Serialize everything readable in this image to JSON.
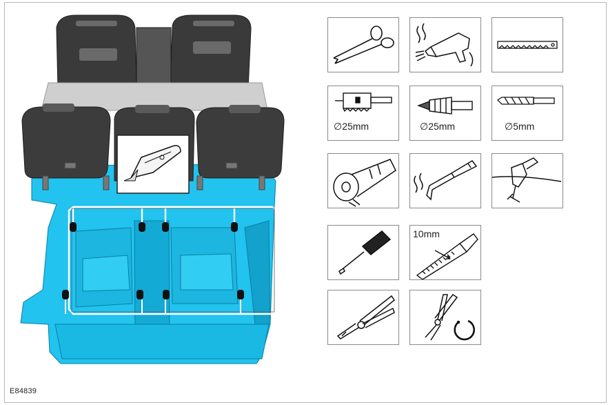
{
  "figure_id": "E84839",
  "accent_colors": {
    "floor_cover": "#22c3ee",
    "floor_shadow": "#11a8d2",
    "seat": "#3c3c3c",
    "cut_line": "#ffffff"
  },
  "tools": [
    {
      "name": "scissors",
      "icon": "scissors-icon",
      "label": ""
    },
    {
      "name": "heat-gun",
      "icon": "heat-gun-icon",
      "label": ""
    },
    {
      "name": "saw-blade",
      "icon": "saw-blade-icon",
      "label": ""
    },
    {
      "name": "hole-saw",
      "icon": "hole-saw-icon",
      "label": "∅25mm"
    },
    {
      "name": "step-drill",
      "icon": "step-drill-icon",
      "label": "∅25mm"
    },
    {
      "name": "drill-bit",
      "icon": "drill-bit-icon",
      "label": "∅5mm"
    },
    {
      "name": "angle-grinder",
      "icon": "angle-grinder-icon",
      "label": ""
    },
    {
      "name": "soldering-iron",
      "icon": "soldering-iron-icon",
      "label": ""
    },
    {
      "name": "air-drill",
      "icon": "air-drill-icon",
      "label": ""
    },
    {
      "name": "screwdriver",
      "icon": "screwdriver-icon",
      "label": ""
    },
    {
      "name": "file",
      "icon": "file-icon",
      "label": "10mm"
    },
    {
      "name": "side-cutters",
      "icon": "side-cutter-pliers-icon",
      "label": ""
    },
    {
      "name": "circlip-pliers",
      "icon": "circlip-pliers-icon",
      "label": ""
    }
  ]
}
